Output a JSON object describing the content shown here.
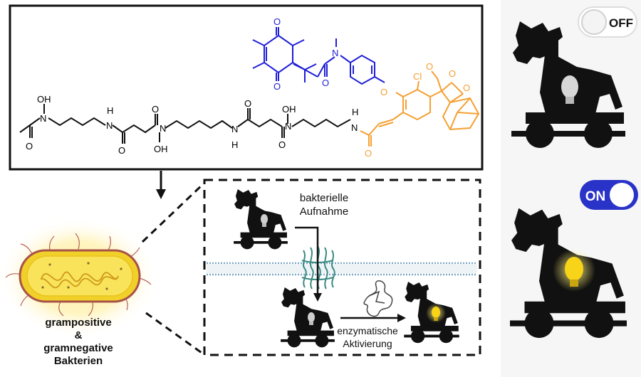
{
  "molecule": {
    "atoms": {
      "o_quinone_top": "O",
      "o_quinone_bottom": "O",
      "n_amide": "N",
      "o_amide": "O",
      "o_ether": "O",
      "cl": "Cl",
      "o_methoxy": "O",
      "o_dioxetane_1": "O",
      "o_dioxetane_2": "O",
      "oh_1": "OH",
      "n_1": "N",
      "o_acetyl": "O",
      "h_n_2": "H",
      "n_2": "N",
      "o_3": "O",
      "o_4": "O",
      "n_5": "N",
      "oh_5": "OH",
      "n_6": "N",
      "h_n_6": "H",
      "o_7": "O",
      "o_8": "O",
      "oh_9": "OH",
      "n_9": "N",
      "h_n_10": "H",
      "n_10": "N",
      "o_acrylamide": "O"
    }
  },
  "process": {
    "uptake_line1": "bakterielle",
    "uptake_line2": "Aufnahme",
    "activation_line1": "enzymatische",
    "activation_line2": "Aktivierung"
  },
  "bacteria": {
    "line1": "grampositive",
    "line2": "&",
    "line3": "gramnegative",
    "line4": "Bakterien"
  },
  "toggle_off": {
    "label": "OFF",
    "state": "off"
  },
  "toggle_on": {
    "label": "ON",
    "state": "on",
    "color": "#2a33c8"
  },
  "colors": {
    "quinone": "#1f1fd6",
    "dioxetane": "#f5a032",
    "bulb_glow": "#f7d417",
    "bacterium": "#f2d02a"
  }
}
